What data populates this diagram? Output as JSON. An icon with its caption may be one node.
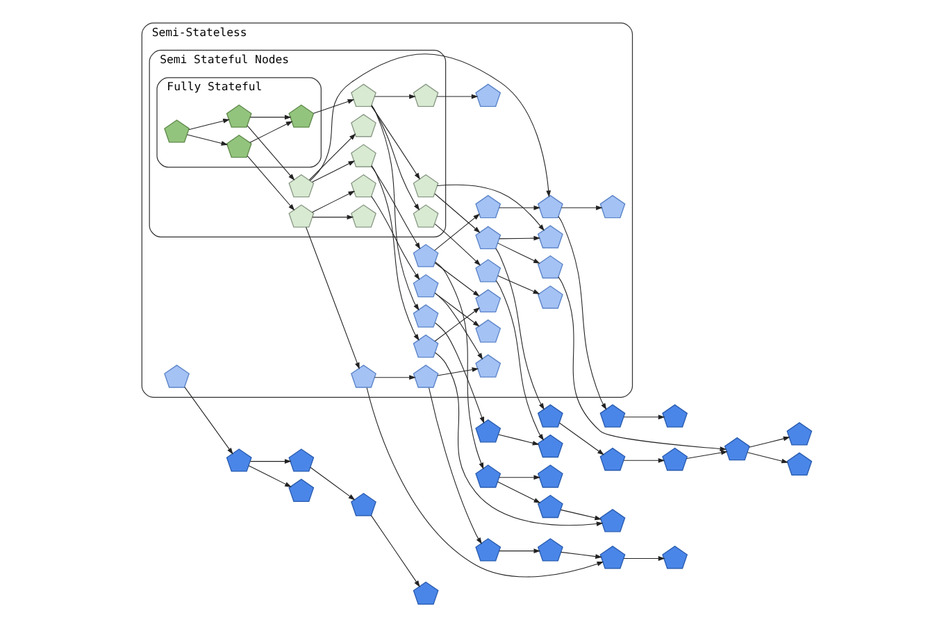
{
  "diagram": {
    "nodes": [
      {
        "text": [
          "Semi-Stateless"
        ]
      },
      {
        "text": [
          "Semi Stateful Nodes"
        ],
        "in": 0
      },
      {
        "text": [
          "Fully Stateful"
        ],
        "in": 1
      },
      {
        "text": [],
        "shape": "pentagon"
      },
      {
        "text": [],
        "shape": "pentagon"
      },
      {
        "text": [],
        "shape": "pentagon"
      },
      {
        "text": [],
        "shape": "pentagon"
      },
      {
        "text": [],
        "shape": "pentagon"
      },
      {
        "text": [],
        "shape": "pentagon"
      },
      {
        "text": [],
        "shape": "pentagon",
        "in": 0
      },
      {
        "text": [],
        "shape": "pentagon",
        "in": 0
      },
      {
        "text": [],
        "shape": "pentagon",
        "in": 0
      },
      {
        "text": [],
        "shape": "pentagon"
      },
      {
        "text": [],
        "shape": "pentagon"
      },
      {
        "text": [],
        "shape": "pentagon",
        "in": 0
      },
      {
        "text": [],
        "shape": "pentagon",
        "in": 0
      },
      {
        "text": [],
        "shape": "pentagon"
      },
      {
        "text": [],
        "shape": "pentagon"
      },
      {
        "text": [],
        "shape": "pentagon",
        "in": 0
      },
      {
        "text": [],
        "shape": "pentagon",
        "in": 1
      },
      {
        "text": [],
        "shape": "pentagon",
        "in": 1
      },
      {
        "text": [],
        "shape": "pentagon",
        "in": 0
      },
      {
        "text": [],
        "shape": "pentagon",
        "in": 1
      },
      {
        "text": [],
        "shape": "pentagon",
        "in": 1
      },
      {
        "text": [],
        "shape": "pentagon",
        "in": 0
      },
      {
        "text": [],
        "shape": "pentagon"
      },
      {
        "text": [],
        "shape": "pentagon"
      },
      {
        "text": [],
        "shape": "pentagon",
        "in": 0
      },
      {
        "text": [],
        "shape": "pentagon",
        "in": 1
      },
      {
        "text": [],
        "shape": "pentagon",
        "in": 2
      },
      {
        "text": [],
        "shape": "pentagon",
        "in": 2
      },
      {
        "text": [],
        "shape": "pentagon",
        "in": 1
      },
      {
        "text": [],
        "shape": "pentagon",
        "in": 0
      },
      {
        "text": [],
        "shape": "pentagon"
      },
      {
        "text": [],
        "shape": "pentagon",
        "in": 0
      },
      {
        "text": [],
        "shape": "pentagon",
        "in": 2
      },
      {
        "text": [],
        "shape": "pentagon",
        "in": 2
      },
      {
        "text": [],
        "shape": "pentagon",
        "in": 1
      },
      {
        "text": [],
        "shape": "pentagon",
        "in": 0
      },
      {
        "text": [],
        "shape": "pentagon"
      },
      {
        "text": [],
        "shape": "pentagon"
      },
      {
        "text": [],
        "shape": "pentagon",
        "in": 0
      },
      {
        "text": [],
        "shape": "pentagon",
        "in": 1
      },
      {
        "text": [],
        "shape": "pentagon"
      },
      {
        "text": [],
        "shape": "pentagon"
      },
      {
        "text": [],
        "shape": "pentagon",
        "in": 1
      },
      {
        "text": [],
        "shape": "pentagon",
        "in": 1
      },
      {
        "text": [],
        "shape": "pentagon",
        "in": 0
      },
      {
        "text": [],
        "shape": "pentagon"
      },
      {
        "text": [],
        "shape": "pentagon",
        "in": 0
      },
      {
        "text": [],
        "shape": "pentagon",
        "in": 0
      },
      {
        "text": [],
        "shape": "pentagon"
      },
      {
        "text": [],
        "shape": "pentagon"
      },
      {
        "text": [],
        "shape": "pentagon"
      },
      {
        "text": [],
        "shape": "pentagon",
        "in": 0
      },
      {
        "text": [],
        "shape": "pentagon",
        "in": 0
      },
      {
        "text": [],
        "shape": "pentagon",
        "in": 0
      },
      {
        "text": [],
        "shape": "pentagon"
      },
      {
        "text": [],
        "shape": "pentagon"
      }
    ],
    "edges": [
      {
        "from": 8,
        "to": 3,
        "arrow": "to"
      },
      {
        "from": 8,
        "to": 17,
        "arrow": "to"
      },
      {
        "from": 17,
        "to": 26,
        "arrow": "to"
      },
      {
        "from": 21,
        "to": 8,
        "arrow": "to"
      },
      {
        "from": 4,
        "to": 5,
        "arrow": "to"
      },
      {
        "from": 14,
        "to": 4,
        "arrow": "to"
      },
      {
        "from": 14,
        "to": 9,
        "arrow": "to"
      },
      {
        "from": 18,
        "to": 14,
        "arrow": "to"
      },
      {
        "from": 21,
        "to": 18,
        "arrow": "to"
      },
      {
        "from": 22,
        "to": 14,
        "arrow": "to"
      },
      {
        "from": 28,
        "to": 21,
        "arrow": "to"
      },
      {
        "from": 22,
        "to": 28,
        "arrow": "to"
      },
      {
        "from": 21,
        "to": 27,
        "arrow": "to"
      },
      {
        "from": 34,
        "to": 27,
        "arrow": "to"
      },
      {
        "from": 28,
        "to": 34,
        "arrow": "to"
      },
      {
        "from": 34,
        "to": 26,
        "arrow": "to"
      },
      {
        "from": 42,
        "to": 41,
        "arrow": "to"
      },
      {
        "from": 41,
        "to": 40,
        "arrow": "to"
      },
      {
        "from": 40,
        "to": 44,
        "arrow": "to"
      },
      {
        "from": 52,
        "to": 40,
        "arrow": "to"
      },
      {
        "from": 41,
        "to": 49,
        "arrow": "to"
      },
      {
        "from": 49,
        "to": 53,
        "arrow": "to"
      },
      {
        "from": 49,
        "to": 54,
        "arrow": "to"
      },
      {
        "from": 53,
        "to": 52,
        "arrow": "to"
      },
      {
        "from": 42,
        "to": 45,
        "arrow": "to"
      },
      {
        "from": 29,
        "to": 36,
        "arrow": "to"
      },
      {
        "from": 30,
        "to": 35,
        "arrow": "to"
      },
      {
        "from": 35,
        "to": 36,
        "arrow": "to"
      },
      {
        "from": 35,
        "to": 42,
        "arrow": "to"
      },
      {
        "from": 36,
        "to": 23,
        "arrow": "to"
      },
      {
        "from": 30,
        "to": 29,
        "arrow": "to"
      },
      {
        "from": 42,
        "to": 46,
        "arrow": "to"
      },
      {
        "from": 46,
        "to": 55,
        "arrow": "to"
      },
      {
        "from": 55,
        "to": 56,
        "arrow": "to"
      },
      {
        "from": 55,
        "to": 54,
        "arrow": "to"
      },
      {
        "from": 23,
        "to": 37,
        "arrow": "to"
      },
      {
        "from": 37,
        "to": 50,
        "arrow": "to"
      },
      {
        "from": 47,
        "to": 50,
        "arrow": "to"
      },
      {
        "from": 37,
        "to": 47,
        "arrow": "to"
      },
      {
        "from": 23,
        "to": 31,
        "arrow": "to"
      },
      {
        "from": 31,
        "to": 32,
        "arrow": "to"
      },
      {
        "from": 38,
        "to": 43,
        "arrow": "to"
      },
      {
        "from": 43,
        "to": 39,
        "arrow": "to"
      },
      {
        "from": 43,
        "to": 48,
        "arrow": "to"
      },
      {
        "from": 51,
        "to": 43,
        "arrow": "to"
      },
      {
        "from": 58,
        "to": 51,
        "arrow": "to"
      },
      {
        "from": 57,
        "to": 58,
        "arrow": "to"
      },
      {
        "from": 47,
        "to": 57,
        "arrow": "to"
      },
      {
        "from": 47,
        "to": 38,
        "arrow": "to"
      },
      {
        "from": 25,
        "to": 33,
        "arrow": "to"
      },
      {
        "from": 16,
        "to": 7,
        "arrow": "to"
      },
      {
        "from": 7,
        "to": 13,
        "arrow": "to"
      },
      {
        "from": 25,
        "to": 16,
        "arrow": "to"
      },
      {
        "from": 24,
        "to": 25,
        "arrow": "to"
      },
      {
        "from": 15,
        "to": 12,
        "arrow": "to"
      },
      {
        "from": 23,
        "to": 15,
        "arrow": "to"
      },
      {
        "from": 12,
        "to": 6,
        "arrow": "to"
      },
      {
        "from": 11,
        "to": 10,
        "arrow": "to"
      },
      {
        "from": 11,
        "to": 6,
        "arrow": "to"
      },
      {
        "from": 20,
        "to": 11,
        "arrow": "to"
      },
      {
        "from": 23,
        "to": 20,
        "arrow": "to"
      },
      {
        "from": 22,
        "to": 19,
        "arrow": "to"
      },
      {
        "from": 29,
        "to": 22,
        "arrow": "to"
      }
    ]
  }
}
